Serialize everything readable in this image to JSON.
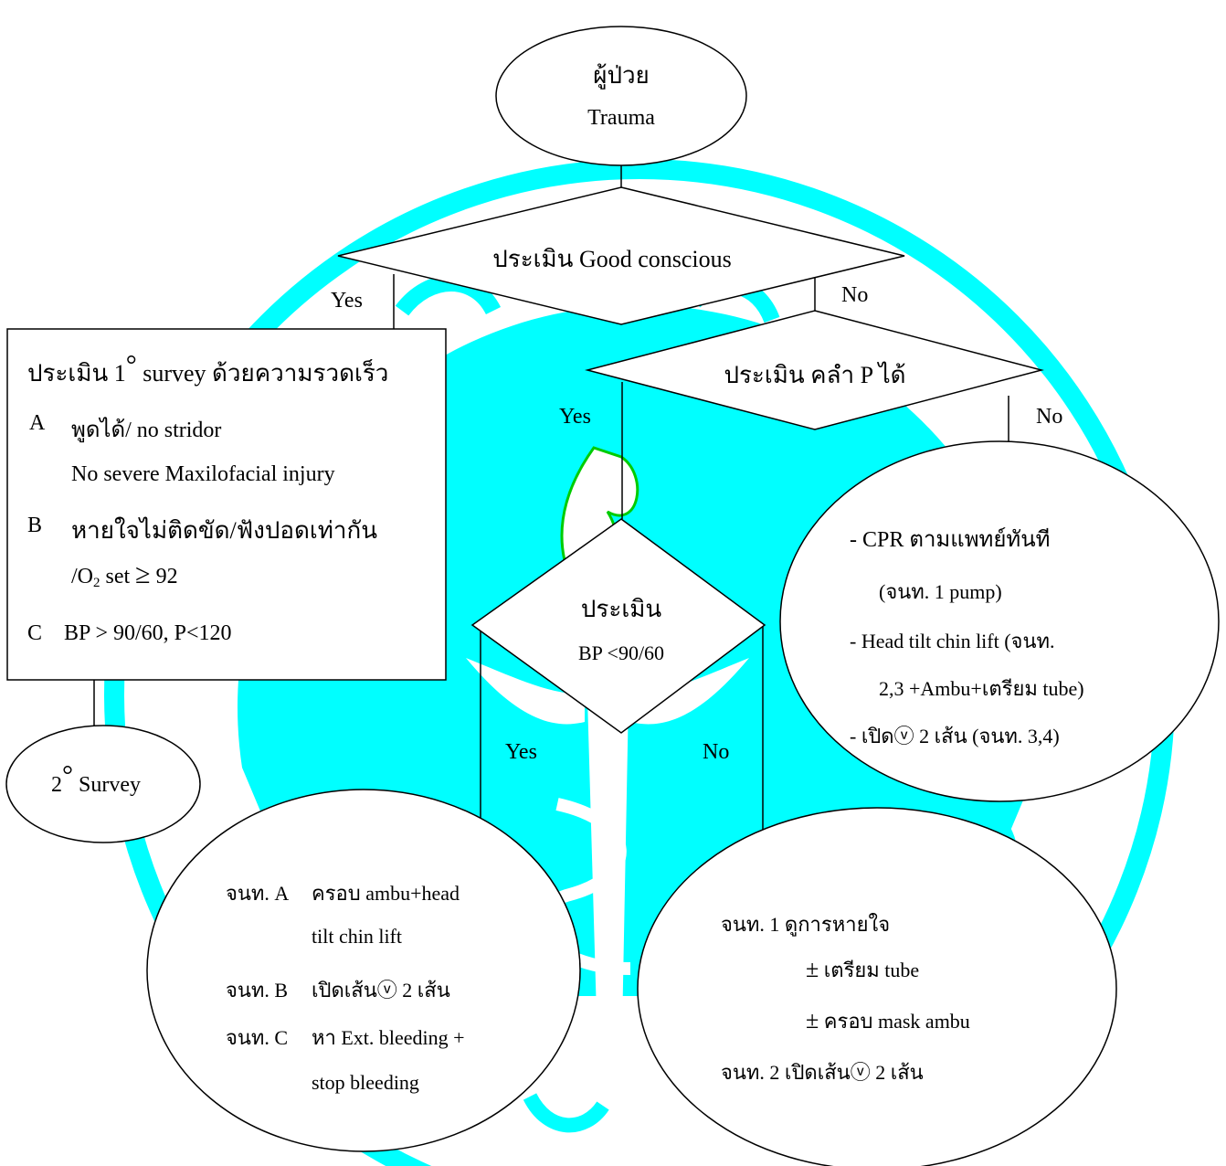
{
  "watermark": {
    "colors": {
      "cyan": "#00ffff",
      "green": "#00cc00"
    }
  },
  "start": {
    "line1": "ผู้ป่วย",
    "line2": "Trauma"
  },
  "decision1": {
    "label": "ประเมิน  Good conscious",
    "yes": "Yes",
    "no": "No"
  },
  "decision2": {
    "label": "ประเมิน คลำ P ได้",
    "yes": "Yes",
    "no": "No"
  },
  "decision3": {
    "line1": "ประเมิน",
    "line2": "BP <90/60",
    "yes": "Yes",
    "no": "No"
  },
  "primary_survey": {
    "title_pre": "ประเมิน  1",
    "title_deg": "°",
    "title_post": " survey  ด้วยความรวดเร็ว",
    "a_letter": "A",
    "a_text": "พูดได้/ no stridor",
    "a_text2": "No severe Maxilofacial injury",
    "b_letter": "B",
    "b_text": "หายใจไม่ติดขัด/ฟังปอดเท่ากัน",
    "b_o2_pre": "/O",
    "b_o2_sub": "2",
    "b_o2_mid": " set  ",
    "b_o2_ge": "≥",
    "b_o2_val": " 92",
    "c_letter": "C",
    "c_text": "BP > 90/60,  P<120"
  },
  "secondary_survey": {
    "deg_num": "2",
    "deg": "°",
    "label": " Survey"
  },
  "cpr": {
    "line1": "-  CPR  ตามแพทย์ทันที",
    "line2": "(จนท. 1 pump)",
    "line3": "-  Head tilt chin lift  (จนท.",
    "line4": "2,3 +Ambu+เตรียม tube)",
    "line5_pre": "-  เปิด",
    "line5_icon": "ⓥ",
    "line5_post": " 2  เส้น  (จนท. 3,4)"
  },
  "yes_branch": {
    "a_staff": "จนท. A",
    "a_text": "ครอบ ambu+head",
    "a_text2": "tilt chin lift",
    "b_staff": "จนท. B",
    "b_text_pre": "เปิดเส้น",
    "b_icon": "ⓥ",
    "b_text_post": " 2  เส้น",
    "c_staff": "จนท. C",
    "c_text": "หา Ext. bleeding +",
    "c_text2": "stop bleeding"
  },
  "no_branch": {
    "line1": "จนท. 1  ดูการหายใจ",
    "line2_pm": "±",
    "line2": " เตรียม tube",
    "line3_pm": "±",
    "line3": " ครอบ mask ambu",
    "line4_pre": "จนท. 2  เปิดเส้น",
    "line4_icon": "ⓥ",
    "line4_post": " 2  เส้น"
  }
}
